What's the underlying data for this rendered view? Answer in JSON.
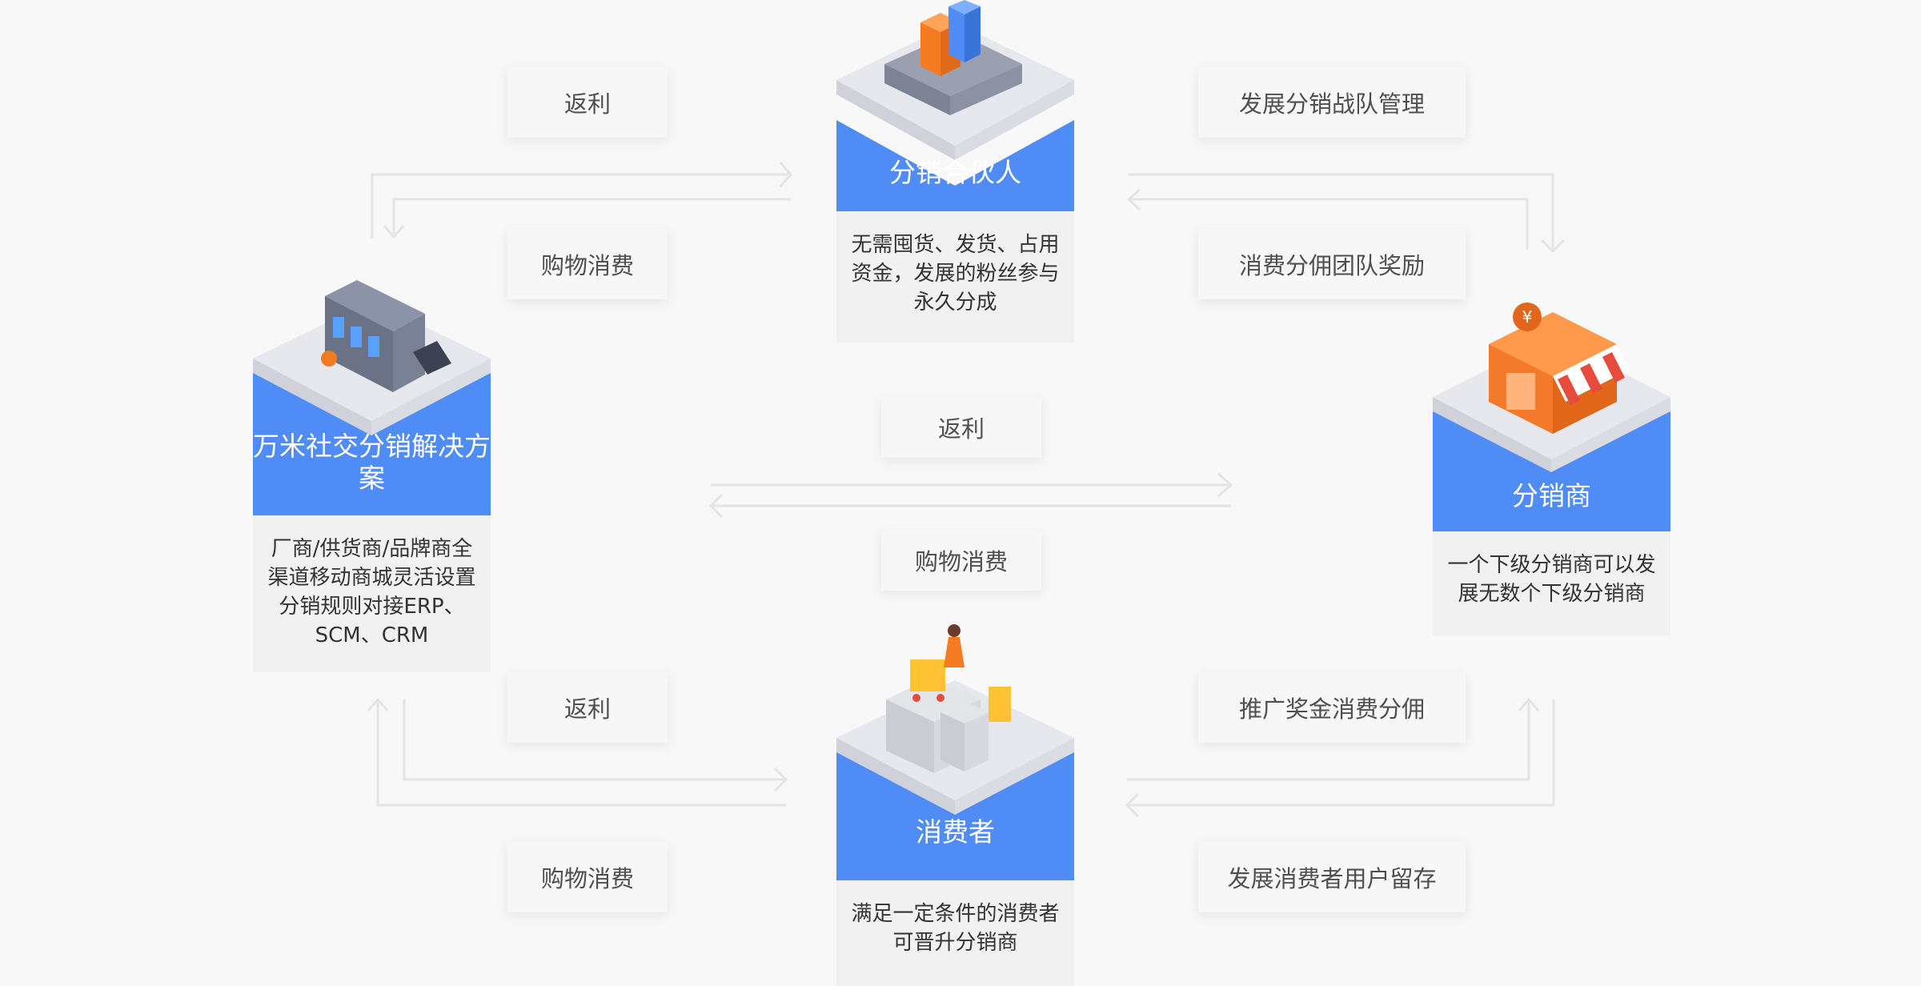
{
  "nodes": {
    "partner": {
      "title": "分销合伙人",
      "description": "无需囤货、发货、占用资金，发展的粉丝参与永久分成",
      "icon": "warehouse-boxes-icon"
    },
    "solution": {
      "title": "万米社交分销解决方案",
      "description": "厂商/供货商/品牌商全渠道移动商城灵活设置分销规则对接ERP、SCM、CRM",
      "icon": "server-rack-icon"
    },
    "distributor": {
      "title": "分销商",
      "description": "一个下级分销商可以发展无数个下级分销商",
      "icon": "store-icon"
    },
    "consumer": {
      "title": "消费者",
      "description": "满足一定条件的消费者可晋升分销商",
      "icon": "shopper-cart-icon"
    }
  },
  "flows": {
    "partner_solution_top": "返利",
    "partner_solution_bottom": "购物消费",
    "partner_distributor_top": "发展分销战队管理",
    "partner_distributor_bottom": "消费分佣团队奖励",
    "solution_distributor_top": "返利",
    "solution_distributor_bottom": "购物消费",
    "solution_consumer_top": "返利",
    "solution_consumer_bottom": "购物消费",
    "distributor_consumer_top": "推广奖金消费分佣",
    "distributor_consumer_bottom": "发展消费者用户留存"
  },
  "colors": {
    "node_blue": "#4f8cf6",
    "cube_top": "#e6e8ee",
    "description_bg": "#f1f1f2",
    "label_bg": "#f7f7f8",
    "connector": "#e3e3e6",
    "store_orange": "#f37a2a"
  }
}
